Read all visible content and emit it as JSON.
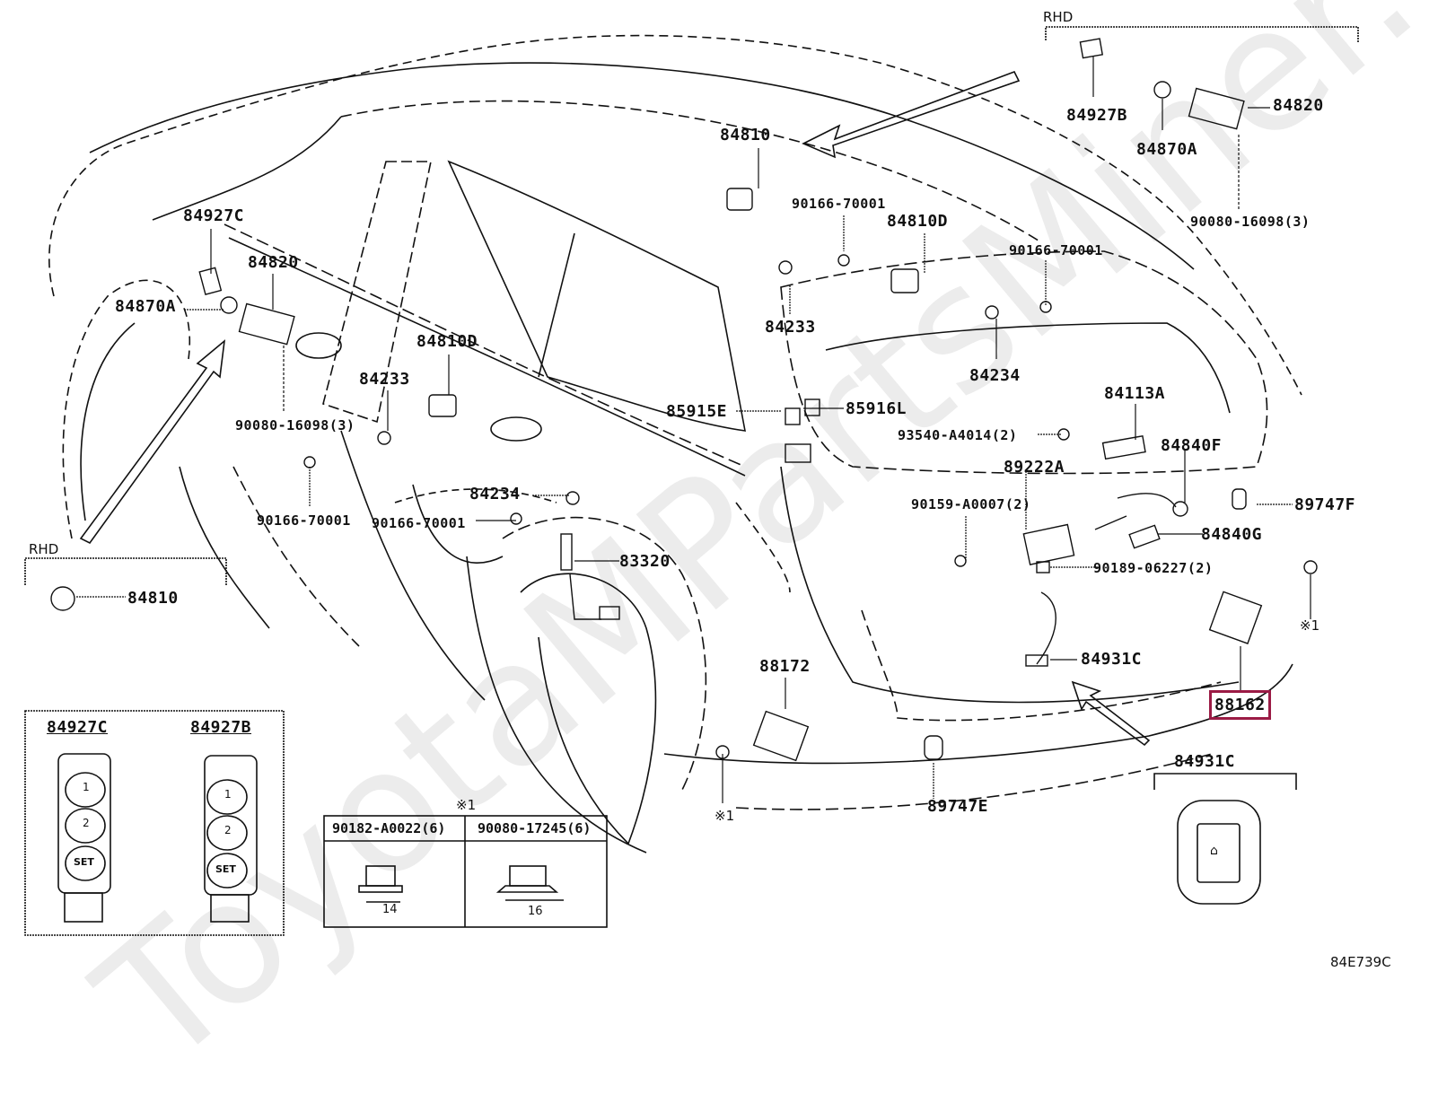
{
  "diagram": {
    "title_code": "84E739C",
    "watermark": "ToyotaMPartsMiner.ru",
    "highlight_color": "#9b1b45",
    "rhd_label": "RHD",
    "note_symbol": "※1",
    "callouts": {
      "p84810_top": "84810",
      "p84927B_rhd": "84927B",
      "p84870A_rhd": "84870A",
      "p84820_rhd": "84820",
      "p90080_16098_rhd": "90080-16098(3)",
      "p84927C": "84927C",
      "p84820": "84820",
      "p84870A": "84870A",
      "p90080_16098": "90080-16098(3)",
      "p84810D_mid": "84810D",
      "p84233_left": "84233",
      "p90166_70001_a": "90166-70001",
      "p90166_70001_b": "90166-70001",
      "p84234_left": "84234",
      "p83320": "83320",
      "p90166_70001_top": "90166-70001",
      "p84810D_top": "84810D",
      "p90166_70001_right": "90166-70001",
      "p84233_top": "84233",
      "p84234_right": "84234",
      "p85915E": "85915E",
      "p85916L": "85916L",
      "p84113A": "84113A",
      "p93540_A4014": "93540-A4014(2)",
      "p84840F": "84840F",
      "p89222A": "89222A",
      "p90159_A0007": "90159-A0007(2)",
      "p89747F": "89747F",
      "p84840G": "84840G",
      "p90189_06227": "90189-06227(2)",
      "p84931C": "84931C",
      "p88172": "88172",
      "p88162": "88162",
      "p89747E": "89747E",
      "p84810_rhd": "84810",
      "p84931C_inset": "84931C",
      "note1_a": "※1",
      "note1_b": "※1"
    },
    "inset_switches": {
      "left_title": "84927C",
      "right_title": "84927B",
      "buttons": [
        "1",
        "2",
        "SET"
      ]
    },
    "fastener_table": {
      "title": "※1",
      "columns": [
        {
          "part": "90182-A0022(6)",
          "dimension": "14"
        },
        {
          "part": "90080-17245(6)",
          "dimension": "16"
        }
      ]
    },
    "highlighted_part": "88162"
  }
}
